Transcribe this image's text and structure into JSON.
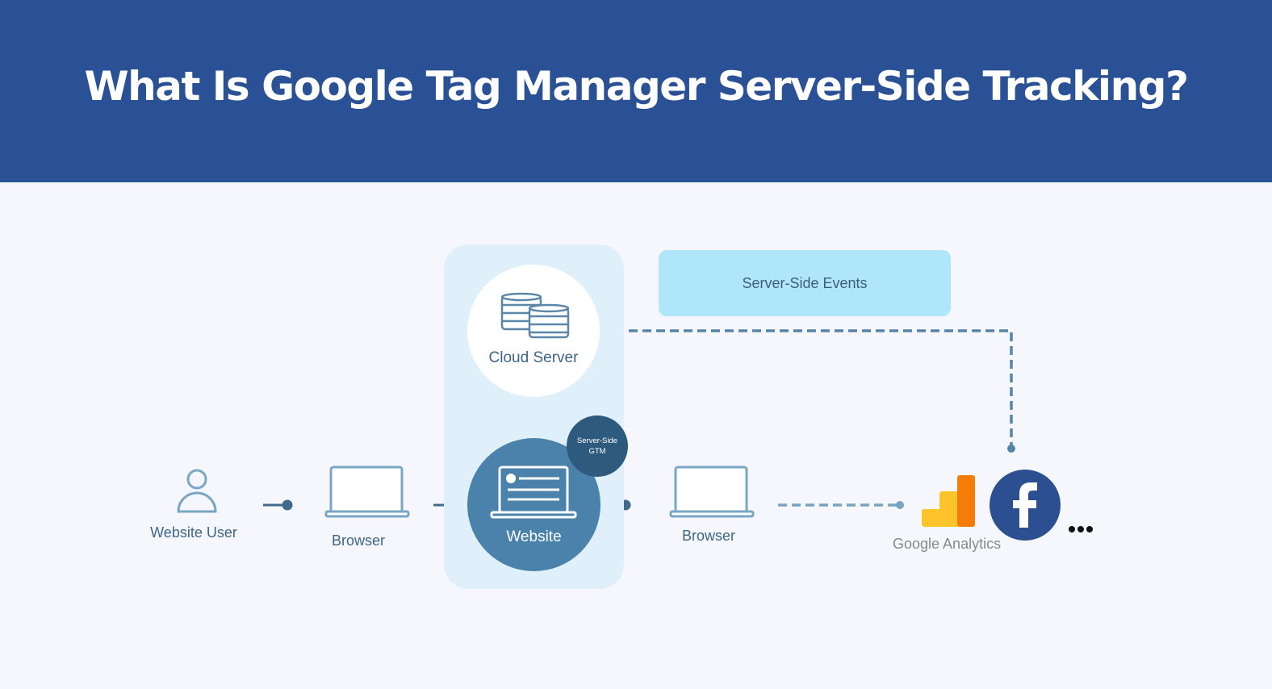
{
  "header": {
    "title": "What Is Google Tag Manager Server-Side Tracking?"
  },
  "diagram": {
    "nodes": {
      "website_user": {
        "label": "Website User",
        "icon": "user-icon"
      },
      "browser_left": {
        "label": "Browser",
        "icon": "laptop-icon"
      },
      "cloud_server": {
        "label": "Cloud Server",
        "icon": "database-icon"
      },
      "website": {
        "label": "Website",
        "icon": "laptop-page-icon"
      },
      "server_side_gtm": {
        "line1": "Server-Side",
        "line2": "GTM"
      },
      "browser_right": {
        "label": "Browser",
        "icon": "laptop-icon"
      },
      "google_analytics": {
        "label": "Google Analytics",
        "icon": "google-analytics-icon"
      },
      "facebook": {
        "label": "f",
        "icon": "facebook-icon"
      },
      "more": {
        "label": "..."
      }
    },
    "server_side_events": {
      "label": "Server-Side Events"
    },
    "colors": {
      "banner": "#2a5196",
      "panel": "#dff0fa",
      "website_circle": "#4a82ab",
      "gtm_circle": "#2e5a7d",
      "events_box": "#b0e6fa",
      "line": "#4a7396",
      "dashed_line": "#5b8bb0",
      "ga_yellow": "#fbbf24",
      "ga_orange": "#f47d0a",
      "facebook": "#2b4f91"
    }
  }
}
